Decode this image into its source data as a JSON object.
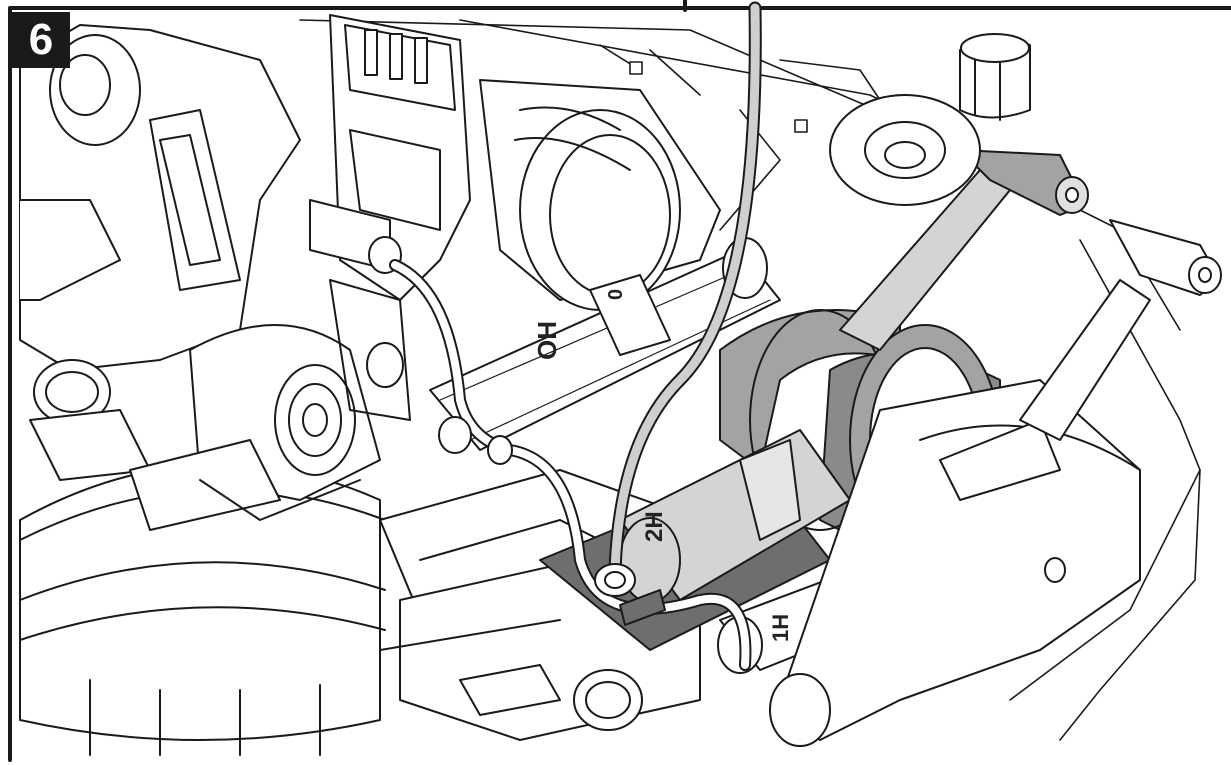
{
  "step": {
    "number": "6"
  },
  "labels": {
    "tube_upper": "OH",
    "tube_upper_clip": "0",
    "tube_lower_main": "2H",
    "tube_lower_small": "1H"
  },
  "colors": {
    "line": "#1a1a1a",
    "light_gray": "#d4d4d4",
    "mid_gray": "#a3a3a3",
    "dark_gray": "#6e6e6e",
    "background": "#ffffff"
  }
}
